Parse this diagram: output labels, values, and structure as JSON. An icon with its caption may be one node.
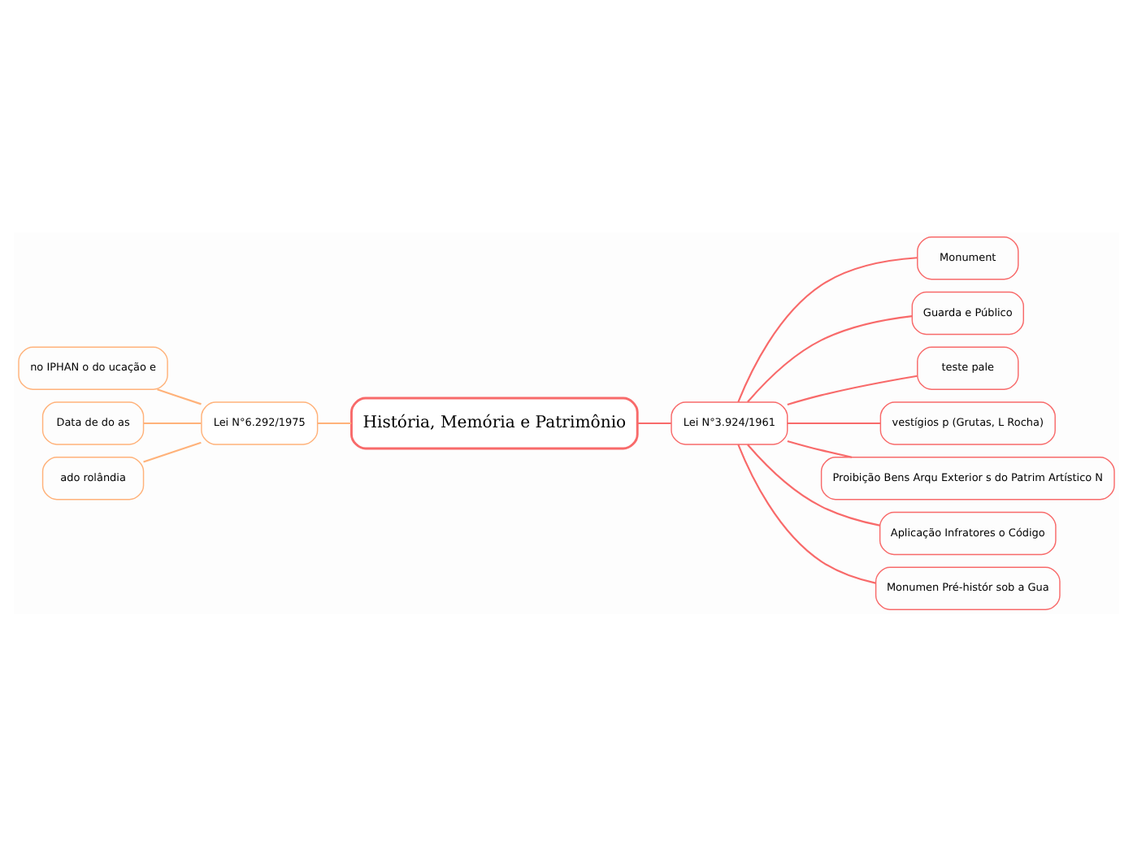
{
  "diagram": {
    "nodes": [
      {
        "text": [
          "História, Memória e Patrimônio"
        ]
      },
      {
        "text": [
          "Lei N°6.292/1975"
        ]
      },
      {
        "text": [
          "no IPHAN o do ucação e"
        ]
      },
      {
        "text": [
          "Data de do as"
        ]
      },
      {
        "text": [
          "ado rolândia"
        ]
      },
      {
        "text": [
          "Lei N°3.924/1961"
        ]
      },
      {
        "text": [
          "Monument"
        ]
      },
      {
        "text": [
          "Guarda e Público"
        ]
      },
      {
        "text": [
          "teste pale"
        ]
      },
      {
        "text": [
          "vestígios p (Grutas, L Rocha)"
        ]
      },
      {
        "text": [
          "Proibição Bens Arqu Exterior s do Patrim Artístico N"
        ]
      },
      {
        "text": [
          "Aplicação Infratores o Código"
        ]
      },
      {
        "text": [
          "Monumen Pré-histór sob a Gua"
        ]
      }
    ],
    "edges": [
      {
        "from": 0,
        "to": 1,
        "arrow": "none"
      },
      {
        "from": 1,
        "to": 2,
        "arrow": "none"
      },
      {
        "from": 1,
        "to": 3,
        "arrow": "none"
      },
      {
        "from": 1,
        "to": 4,
        "arrow": "none"
      },
      {
        "from": 0,
        "to": 5,
        "arrow": "none"
      },
      {
        "from": 5,
        "to": 6,
        "arrow": "none"
      },
      {
        "from": 5,
        "to": 7,
        "arrow": "none"
      },
      {
        "from": 5,
        "to": 8,
        "arrow": "none"
      },
      {
        "from": 5,
        "to": 9,
        "arrow": "none"
      },
      {
        "from": 5,
        "to": 10,
        "arrow": "none"
      },
      {
        "from": 5,
        "to": 11,
        "arrow": "none"
      },
      {
        "from": 5,
        "to": 12,
        "arrow": "none"
      }
    ]
  }
}
